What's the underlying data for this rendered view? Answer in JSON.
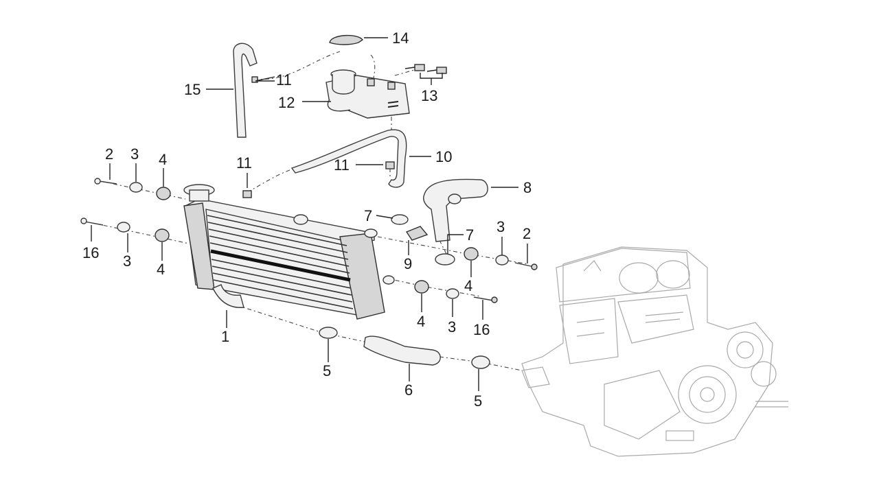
{
  "labels": {
    "l1": "1",
    "l2a": "2",
    "l2b": "2",
    "l3a": "3",
    "l3b": "3",
    "l3c": "3",
    "l3d": "3",
    "l4a": "4",
    "l4b": "4",
    "l4c": "4",
    "l4d": "4",
    "l5a": "5",
    "l5b": "5",
    "l6": "6",
    "l7a": "7",
    "l7b": "7",
    "l8": "8",
    "l9": "9",
    "l10": "10",
    "l11a": "11",
    "l11b": "11",
    "l11c": "11",
    "l12": "12",
    "l13": "13",
    "l14": "14",
    "l15": "15",
    "l16a": "16",
    "l16b": "16"
  },
  "colors": {
    "line": "#222222",
    "part_fill": "#f1f1f1",
    "engine_stroke": "#a9a9a9"
  }
}
